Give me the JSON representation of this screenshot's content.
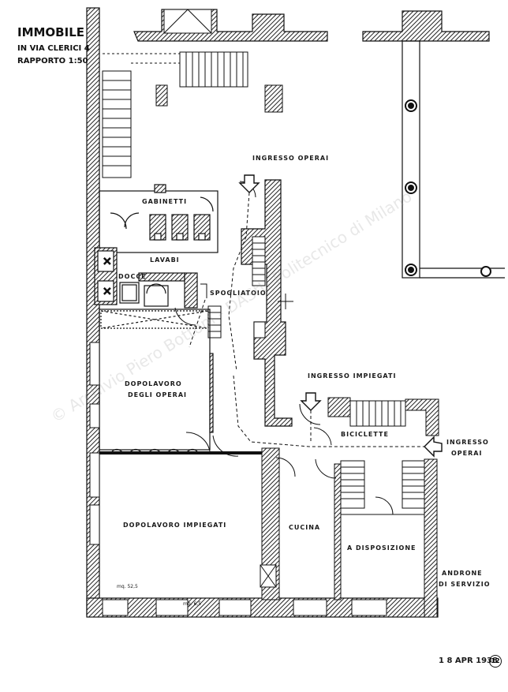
{
  "title": {
    "line1": "IMMOBILE",
    "line2": "IN VIA CLERICI 4",
    "line3": "RAPPORTO 1:50"
  },
  "rooms": {
    "ingresso_operai_top": "INGRESSO OPERAI",
    "gabinetti": "GABINETTI",
    "lavabi": "LAVABI",
    "docce": "DOCCE",
    "spogliatoio": "SPOGLIATOIO",
    "ingresso_impiegati": "INGRESSO IMPIEGATI",
    "dopolavoro_operai_1": "DOPOLAVORO",
    "dopolavoro_operai_2": "DEGLI OPERAI",
    "biciclette": "BICICLETTE",
    "ingresso_operai_right_1": "INGRESSO",
    "ingresso_operai_right_2": "OPERAI",
    "dopolavoro_impiegati": "DOPOLAVORO IMPIEGATI",
    "cucina": "CUCINA",
    "a_disposizione": "A DISPOSIZIONE",
    "androne_1": "ANDRONE",
    "androne_2": "DI SERVIZIO"
  },
  "small_notes": {
    "note_a": "mq. 52,5",
    "note_b": "mq. 6,5"
  },
  "stamp_date": "1 8 APR 1938",
  "stamp_number": "12",
  "watermark": "© Archivio Piero Bottoni - DAStU Politecnico di Milano",
  "colors": {
    "ink": "#1a1a1a",
    "hatch": "#2a2a2a",
    "paper": "#ffffff"
  }
}
